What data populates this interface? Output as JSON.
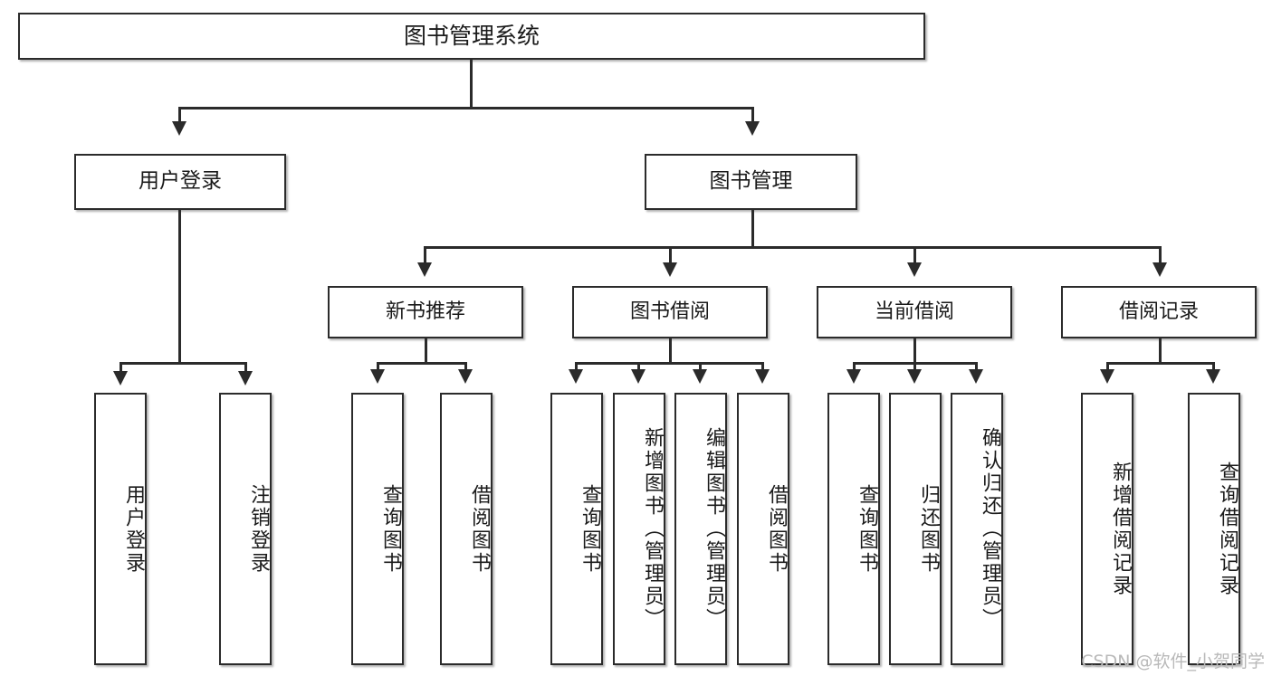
{
  "diagram": {
    "title": "图书管理系统",
    "watermark": "CSDN @软件_小贺同学",
    "root": {
      "label": "图书管理系统"
    },
    "level2": [
      {
        "label": "用户登录"
      },
      {
        "label": "图书管理"
      }
    ],
    "level3": [
      {
        "label": "新书推荐"
      },
      {
        "label": "图书借阅"
      },
      {
        "label": "当前借阅"
      },
      {
        "label": "借阅记录"
      }
    ],
    "leaves": {
      "user_login": [
        {
          "label": "用户登录"
        },
        {
          "label": "注销登录"
        }
      ],
      "new_book_recommend": [
        {
          "label": "查询图书"
        },
        {
          "label": "借阅图书"
        }
      ],
      "book_borrow": [
        {
          "label": "查询图书"
        },
        {
          "label": "新增图书（管理员）"
        },
        {
          "label": "编辑图书（管理员）"
        },
        {
          "label": "借阅图书"
        }
      ],
      "current_borrow": [
        {
          "label": "查询图书"
        },
        {
          "label": "归还图书"
        },
        {
          "label": "确认归还（管理员）"
        }
      ],
      "borrow_record": [
        {
          "label": "新增借阅记录"
        },
        {
          "label": "查询借阅记录"
        }
      ]
    }
  },
  "colors": {
    "stroke": "#2b2b2b",
    "fill": "#ffffff",
    "text": "#1a1a1a",
    "watermark": "#b9b9b9"
  }
}
